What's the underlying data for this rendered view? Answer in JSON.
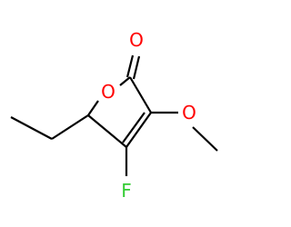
{
  "molecule": {
    "atoms": {
      "carbonyl_oxygen": {
        "symbol": "O",
        "color": "#ff0000"
      },
      "ring_oxygen": {
        "symbol": "O",
        "color": "#ff0000"
      },
      "methoxy_oxygen": {
        "symbol": "O",
        "color": "#ff0000"
      },
      "fluorine": {
        "symbol": "F",
        "color": "#33cc33"
      }
    },
    "bond_color": "#000000"
  }
}
